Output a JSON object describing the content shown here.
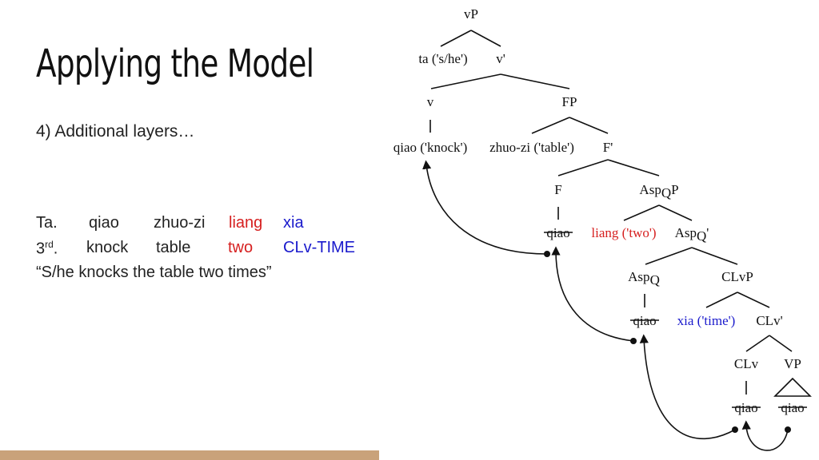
{
  "slide": {
    "title": "Applying the Model",
    "subtitle": "4) Additional layers…",
    "example": {
      "row1": [
        "Ta.",
        "qiao",
        "zhuo-zi",
        "liang",
        "xia"
      ],
      "row2": {
        "c0": "3",
        "c0_sup": "rd",
        "c0_end": ".",
        "c1": "knock",
        "c2": "table",
        "c3": "two",
        "c4": "CLv-TIME"
      },
      "translation": "“S/he knocks the table two times”"
    },
    "colors": {
      "red": "#d62020",
      "blue": "#1a1acc",
      "bar": "#c9a27a"
    }
  },
  "tree": {
    "vP": "vP",
    "ta": "ta ('s/he')",
    "vbar": "v'",
    "v": "v",
    "FP": "FP",
    "qiao_knock": "qiao ('knock')",
    "zhuozi": "zhuo-zi ('table')",
    "Fbar": "F'",
    "F": "F",
    "AspQP_main": "Asp",
    "AspQP_sub": "Q",
    "AspQP_end": "P",
    "qiao_F": "qiao",
    "liang": "liang ('two')",
    "AspQbar_main": "Asp",
    "AspQbar_sub": "Q",
    "AspQbar_end": "'",
    "AspQ_main": "Asp",
    "AspQ_sub": "Q",
    "CLvP": "CLvP",
    "qiao_AspQ": "qiao",
    "xia": "xia ('time')",
    "CLvbar": "CLv'",
    "CLv": "CLv",
    "VP": "VP",
    "qiao_CLv": "qiao",
    "qiao_VP": "qiao"
  }
}
